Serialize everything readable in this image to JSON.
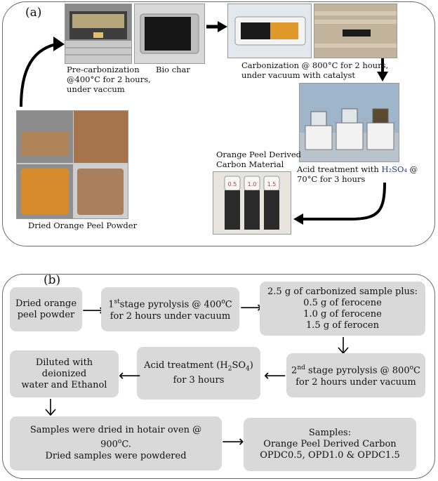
{
  "panel_a": {
    "label": "(a)",
    "captions": {
      "precarb": [
        "Pre-carbonization",
        "@400°C for 2 hours,",
        "under vaccum"
      ],
      "biochar": "Bio char",
      "carbonization": [
        "Carbonization @ 800°C for 2 hours,",
        "under vacuum with catalyst"
      ],
      "acid_pre": "Acid treatment with ",
      "acid_chem": "H₂SO₄",
      "acid_post": " @",
      "acid_line2": "70°C for 3 hours",
      "opdc": [
        "Orange Peel Derived",
        "Carbon Material"
      ],
      "dried": "Dried Orange Peel Powder"
    },
    "vial_labels": [
      "0.5",
      "1.0",
      "1.5"
    ]
  },
  "panel_b": {
    "label": "(b)",
    "boxes": {
      "dried": [
        "Dried orange",
        "peel powder"
      ],
      "stage1_pre": "1",
      "stage1_sup": "st",
      "stage1_post": "stage pyrolysis @ 400",
      "stage1_deg": "o",
      "stage1_c": "C",
      "stage1_line2": "for 2 hours under vacuum",
      "carbonized": [
        "2.5 g of carbonized sample plus:",
        "0.5 g of ferocene",
        "1.0 g of ferocene",
        "1.5 g of ferocen"
      ],
      "stage2_pre": "2",
      "stage2_sup": "nd",
      "stage2_post": " stage pyrolysis @ 800",
      "stage2_deg": "o",
      "stage2_c": "C",
      "stage2_line2": "for 2 hours under vacuum",
      "acid_pre": "Acid treatment (H",
      "acid_sub1": "2",
      "acid_mid": "SO",
      "acid_sub2": "4",
      "acid_post": ")",
      "acid_line2": "for 3 hours",
      "diluted": [
        "Diluted with deionized",
        "water and Ethanol"
      ],
      "dried_oven_pre": "Samples were dried in hotair oven  @ 900",
      "dried_oven_deg": "o",
      "dried_oven_c": "C.",
      "dried_oven_line2": "Dried samples were powdered",
      "samples": [
        "Samples:",
        "Orange Peel Derived Carbon",
        "OPDC0.5, OPD1.0 &  OPDC1.5"
      ]
    },
    "arrows": [
      "⟶",
      "⟶",
      "⟵",
      "⟵",
      "⟶"
    ]
  },
  "colors": {
    "box_fill": "#d9d9d9",
    "chem_blue": "#1f3f8f",
    "vial_red": "#c0392b"
  }
}
